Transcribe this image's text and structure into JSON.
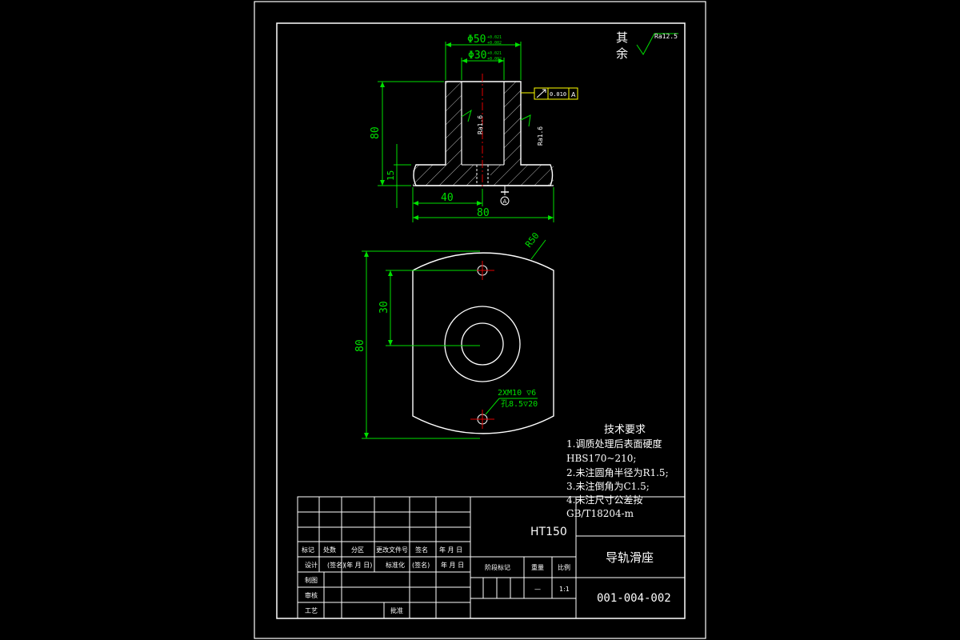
{
  "roughness": {
    "qita": "其",
    "yu": "余",
    "symbol_value": "Ra12.5"
  },
  "dimensions": {
    "d50": "Φ50",
    "d50_tol_upper": "+0.021",
    "d50_tol_lower": "+0.002",
    "d30": "Φ30",
    "d30_tol_upper": "+0.021",
    "d30_tol_lower": "+0.002",
    "height80": "80",
    "flange15": "15",
    "half40": "40",
    "width80": "80",
    "r50": "R50",
    "v30": "30",
    "v80": "80",
    "hole_line1": "2XM10 ▽6",
    "hole_line2": "孔8.5▽20",
    "bore_ra": "Ra1.6",
    "outer_ra": "Ra1.6"
  },
  "tolerance_frame": {
    "value": "0.010",
    "datum": "A"
  },
  "tech_requirements": {
    "title": "技术要求",
    "line1": "1.调质处理后表面硬度",
    "line2": "HBS170~210;",
    "line3": "2.未注圆角半径为R1.5;",
    "line4": "3.未注倒角为C1.5;",
    "line5": "4.未注尺寸公差按",
    "line6": "GB/T18204-m"
  },
  "title_block": {
    "material": "HT150",
    "part_name": "导轨滑座",
    "drawing_number": "001-004-002",
    "row_labels": [
      "标记",
      "处数",
      "分区",
      "更改文件号",
      "签名",
      "年 月 日"
    ],
    "design": "设计",
    "design_sign": "(签名)",
    "design_date": "(年 月 日)",
    "standardize": "标准化",
    "std_sign": "(签名)",
    "std_date": "年 月 日",
    "draw": "制图",
    "review": "审核",
    "process": "工艺",
    "approve": "批准",
    "stage_mark": "阶段标记",
    "weight": "重量",
    "scale": "比例",
    "weight_value": "—",
    "scale_value": "1:1"
  }
}
